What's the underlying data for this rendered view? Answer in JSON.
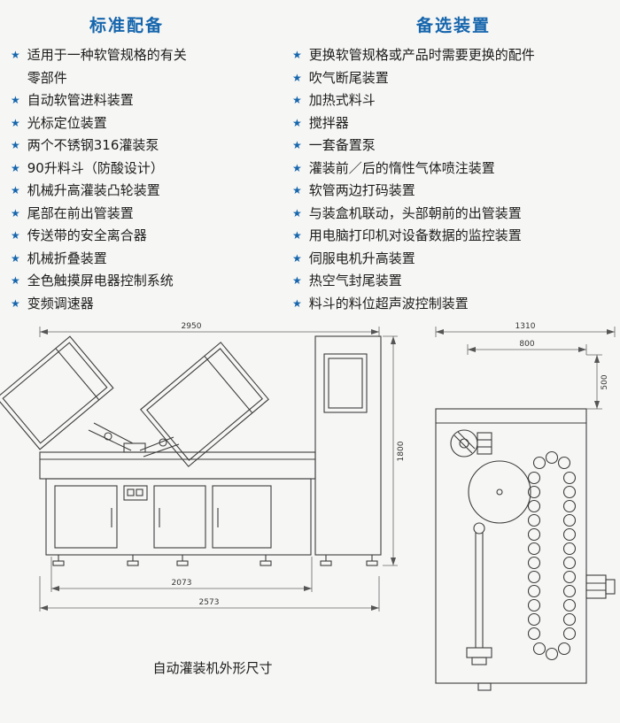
{
  "colors": {
    "accent_blue": "#1666ad",
    "text": "#1c1c1c",
    "drawing_line": "#3d3d3d"
  },
  "icons": {
    "star": "★"
  },
  "standard": {
    "title": "标准配备",
    "items": [
      "适用于一种软管规格的有关零部件",
      "自动软管进料装置",
      "光标定位装置",
      "两个不锈钢316灌装泵",
      "90升料斗（防酸设计）",
      "机械升高灌装凸轮装置",
      "尾部在前出管装置",
      "传送带的安全离合器",
      "机械折叠装置",
      "全色触摸屏电器控制系统",
      "变频调速器"
    ]
  },
  "optional": {
    "title": "备选装置",
    "items": [
      "更换软管规格或产品时需要更换的配件",
      "吹气断尾装置",
      "加热式料斗",
      "搅拌器",
      "一套备置泵",
      "灌装前／后的惰性气体喷注装置",
      "软管两边打码装置",
      "与装盒机联动，头部朝前的出管装置",
      "用电脑打印机对设备数据的监控装置",
      "伺服电机升高装置",
      "热空气封尾装置",
      "料斗的料位超声波控制装置"
    ]
  },
  "drawing": {
    "caption": "自动灌装机外形尺寸",
    "front": {
      "dim_width": "2950",
      "dim_height": "1800",
      "dim_base_inner": "2073",
      "dim_base_outer": "2573"
    },
    "side": {
      "dim_width": "1310",
      "dim_inner": "800",
      "dim_depth": "500"
    }
  }
}
